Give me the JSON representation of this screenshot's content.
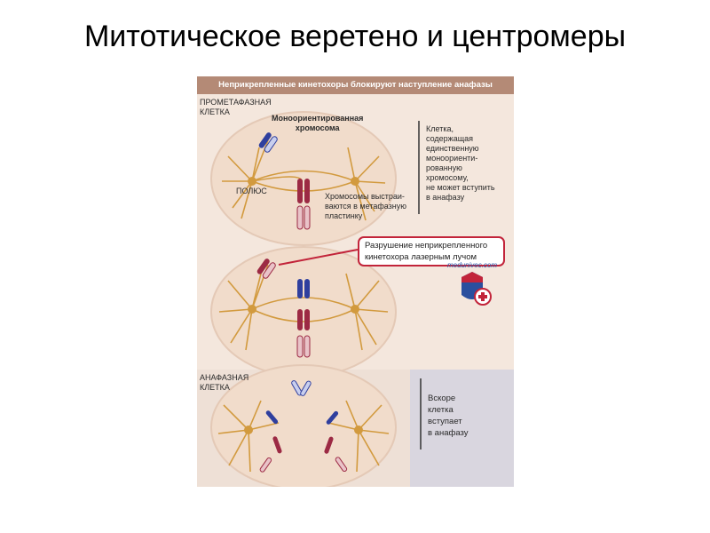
{
  "slide": {
    "title": "Митотическое веретено и центромеры"
  },
  "figure": {
    "header": "Неприкрепленные кинетохоры блокируют наступление анафазы",
    "labels": {
      "prometaphase_cell": "ПРОМЕТАФАЗНАЯ\nКЛЕТКА",
      "monooriented": "Моноориентированная\nхромосома",
      "pole": "ПОЛЮС",
      "metaphase_plate": "Хромосомы выстраи-\nваются в метафазную\nпластинку",
      "cell_note": "Клетка,\nсодержащая\nединственную\nмоноориенти-\nрованную\nхромосому,\nне может вступить\nв анафазу",
      "laser": "Разрушение неприкрепленного\nкинетохора лазерным лучом",
      "anaphase_cell": "АНАФАЗНАЯ\nКЛЕТКА",
      "anaphase_note": "Вскоре\nклетка\nвступает\nв анафазу"
    },
    "watermark": "medunivec.com"
  },
  "colors": {
    "accent": "#c2243a",
    "header_bg": "#b48a76",
    "spindle": "#d29a3e",
    "chrom_red": "#9c2a44",
    "chrom_blue": "#2f3f9e"
  }
}
